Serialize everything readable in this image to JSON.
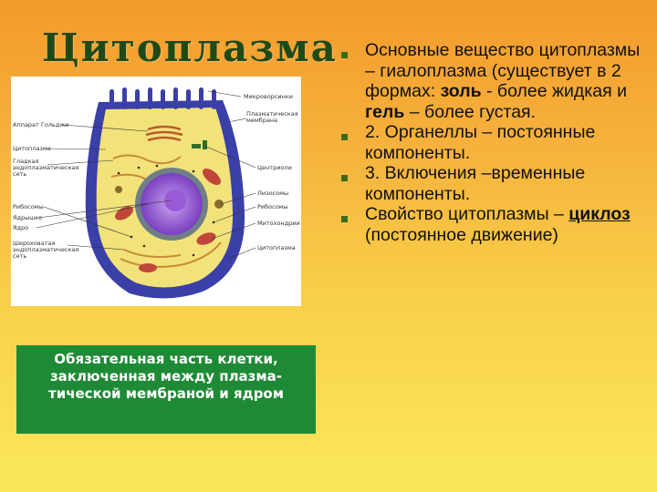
{
  "title": "Цитоплазма",
  "caption": "Обязательная часть клетки, заключенная между плазма-тической мембраной и ядром",
  "diagram": {
    "labels_left": [
      "Аппарат Гольджи",
      "Цитоплазма",
      "Гладкая эндоплазматическая сеть",
      "Рибосомы",
      "Ядрышко",
      "Ядро",
      "Шероховатая эндоплазматическая сеть"
    ],
    "labels_right": [
      "Микроворсинки",
      "Плазматическая мембрана",
      "Центриоли",
      "Лизосомы",
      "Рибосомы",
      "Митохондрии",
      "Цитоплазма"
    ]
  },
  "bullets": [
    {
      "pre": "Основные вещество цитоплазмы – гиалоплазма (существует в 2 формах: ",
      "b1": "золь",
      "mid": " - более жидкая и ",
      "b2": "гель",
      "post": " – более густая."
    },
    {
      "text": "2. Органеллы – постоянные компоненты."
    },
    {
      "text": "3. Включения –временные компоненты."
    },
    {
      "pre": " Свойство цитоплазмы – ",
      "b1": "циклоз",
      "post": " (постоянное движение)"
    }
  ],
  "colors": {
    "title": "#1f4a18",
    "caption_bg": "#1f8a35",
    "bullet_mark": "#3a6b18"
  }
}
